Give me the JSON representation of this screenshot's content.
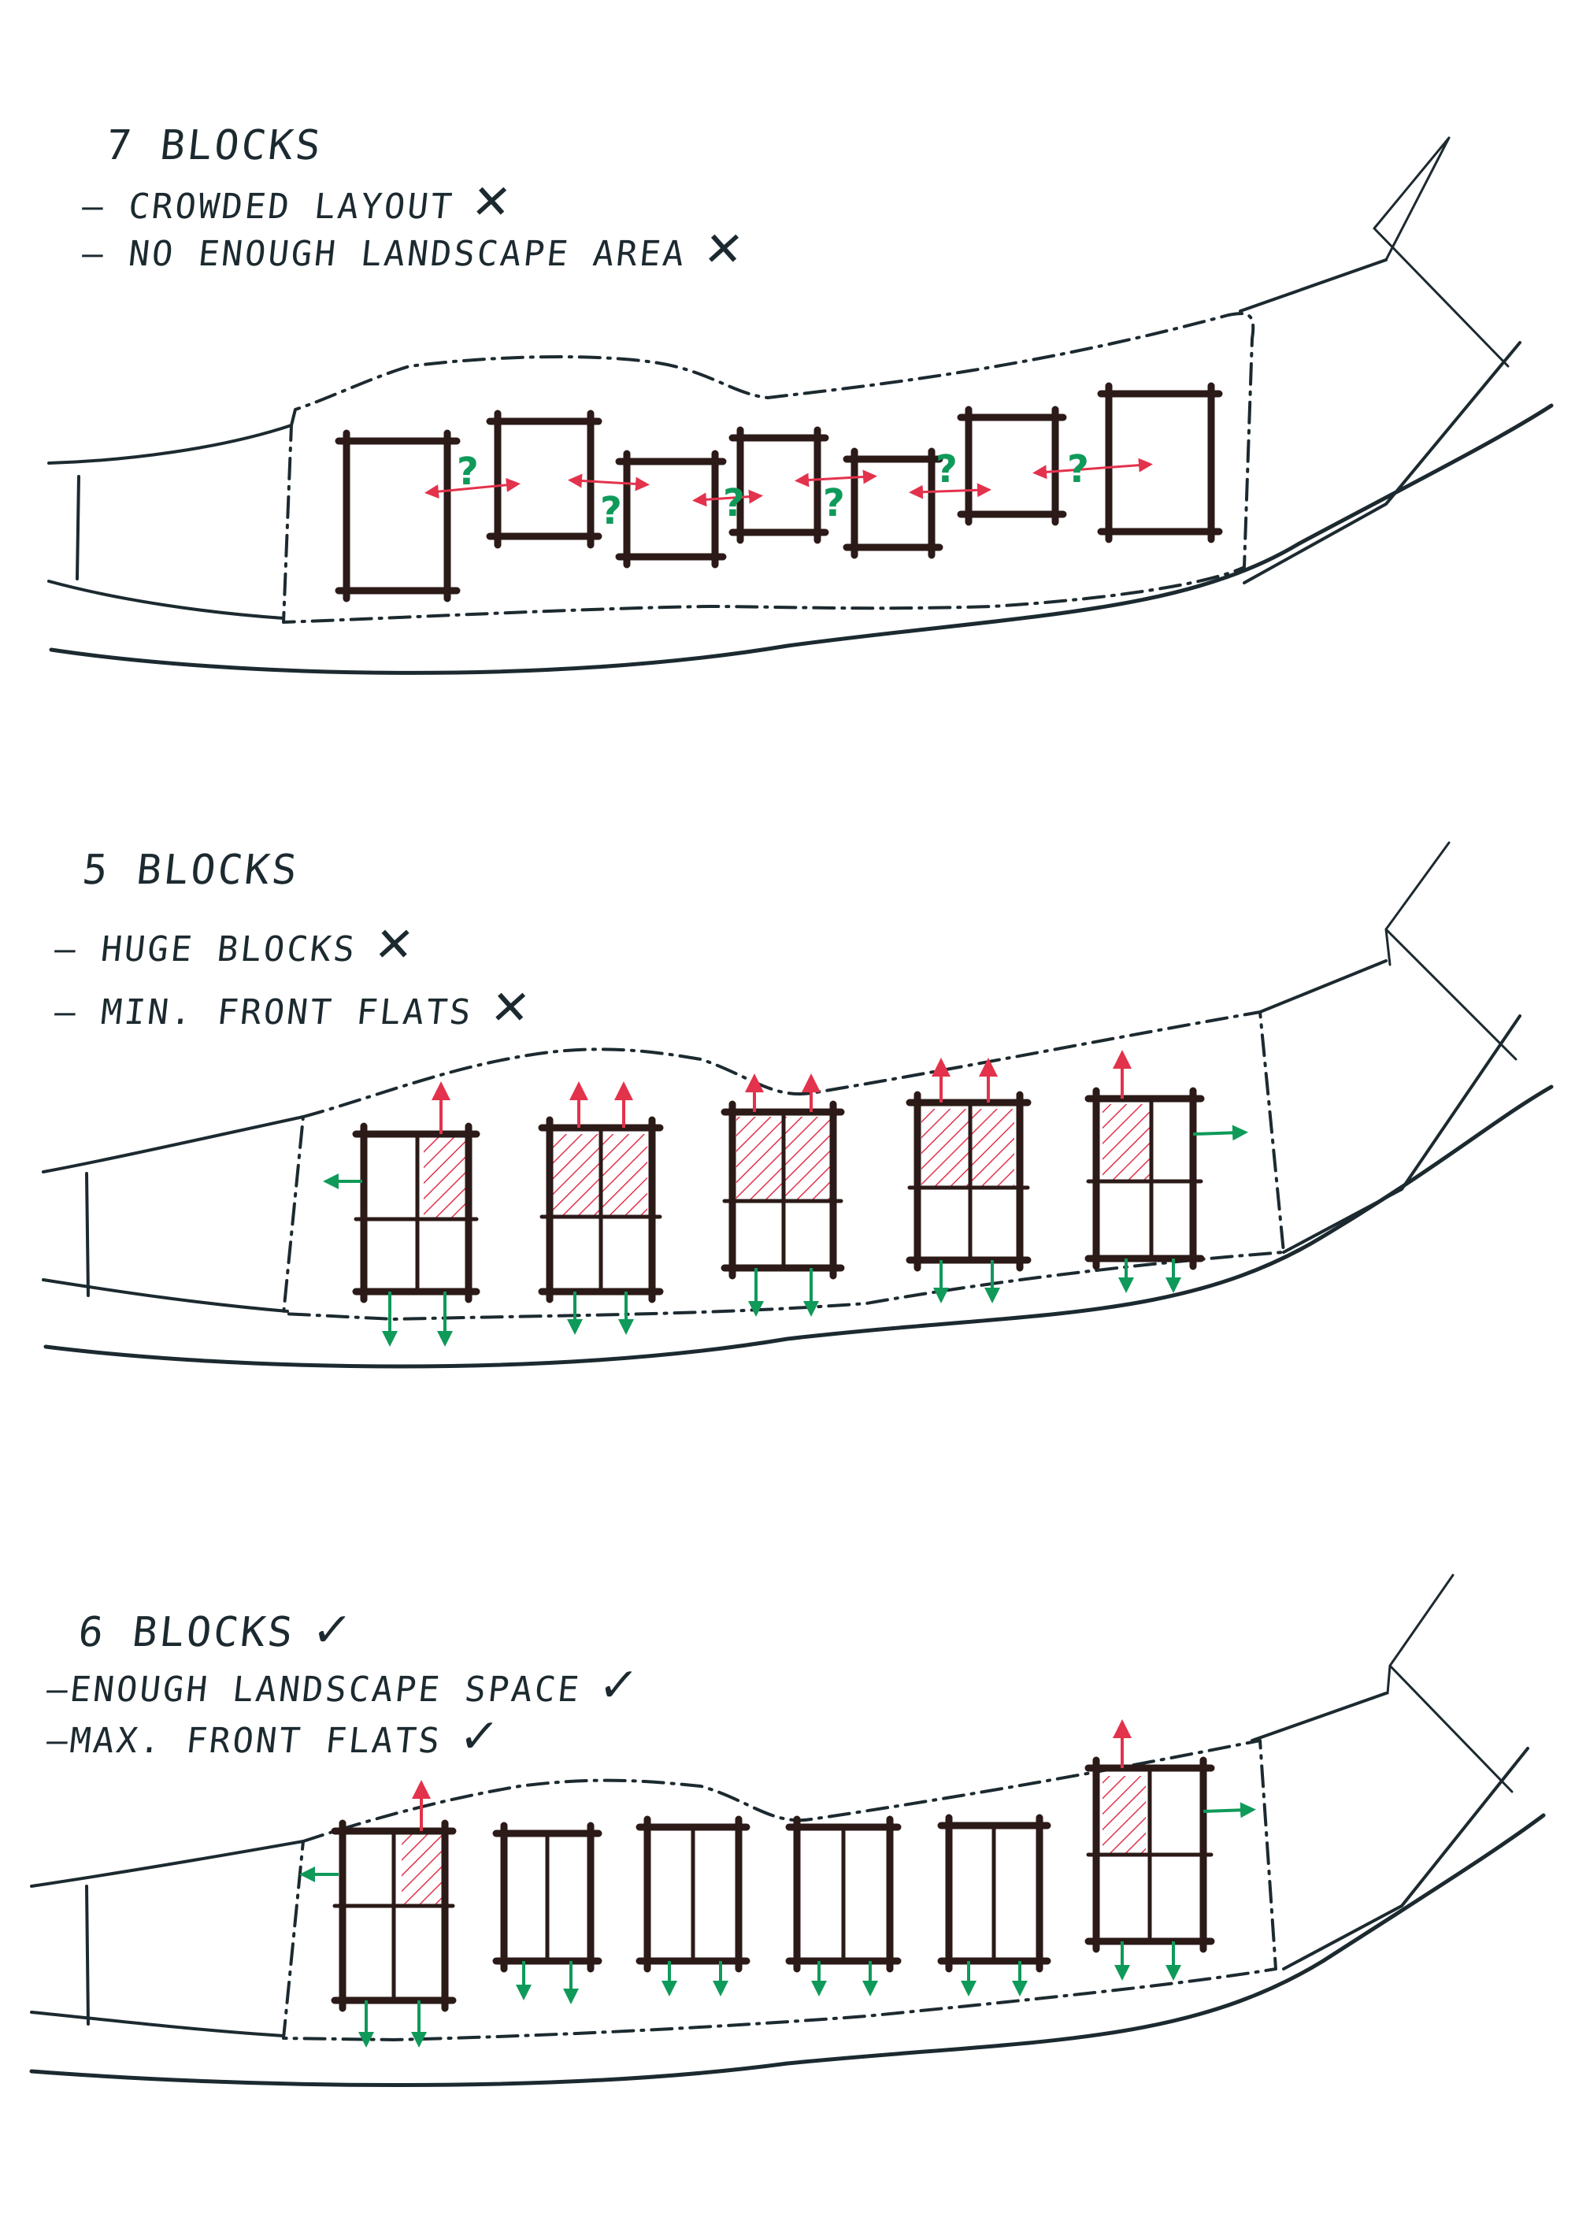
{
  "colors": {
    "ink": "#1c2a30",
    "block": "#2b1a17",
    "red": "#e3324c",
    "green": "#0f9a5a",
    "paper": "#ffffff"
  },
  "panels": [
    {
      "title": "7 BLOCKS",
      "notes": [
        {
          "text": "– CROWDED LAYOUT",
          "mark": "✕"
        },
        {
          "text": "– NO ENOUGH LANDSCAPE AREA",
          "mark": "✕"
        }
      ],
      "block_count": 7
    },
    {
      "title": "5 BLOCKS",
      "notes": [
        {
          "text": "– HUGE BLOCKS",
          "mark": "✕"
        },
        {
          "text": "– MIN. FRONT FLATS",
          "mark": "✕"
        }
      ],
      "block_count": 5
    },
    {
      "title": "6 BLOCKS",
      "title_mark": "✓",
      "notes": [
        {
          "text": "–ENOUGH LANDSCAPE SPACE",
          "mark": "✓"
        },
        {
          "text": "–MAX. FRONT FLATS",
          "mark": "✓"
        }
      ],
      "block_count": 6
    }
  ]
}
